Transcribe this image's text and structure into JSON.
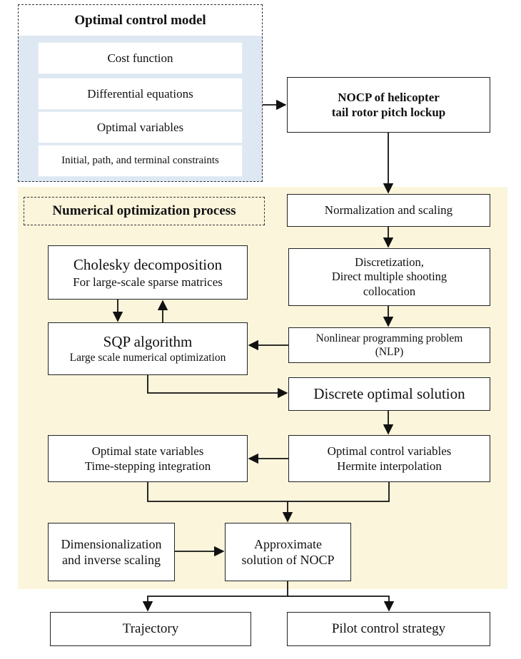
{
  "model": {
    "title": "Optimal control model",
    "items": [
      "Cost function",
      "Differential equations",
      "Optimal variables",
      "Initial, path, and terminal constraints"
    ]
  },
  "nocp": {
    "line1": "NOCP of helicopter",
    "line2": "tail rotor pitch lockup"
  },
  "process_title": "Numerical optimization process",
  "normalization": "Normalization and scaling",
  "discretization": {
    "line1": "Discretization,",
    "line2": "Direct multiple shooting",
    "line3": "collocation"
  },
  "cholesky": {
    "line1": "Cholesky  decomposition",
    "line2": "For large-scale  sparse matrices"
  },
  "sqp": {
    "line1": "SQP algorithm",
    "line2": "Large scale numerical optimization"
  },
  "nlp": {
    "line1": "Nonlinear programming problem",
    "line2": "(NLP)"
  },
  "discrete_solution": "Discrete optimal solution",
  "state_vars": {
    "line1": "Optimal state variables",
    "line2": "Time-stepping integration"
  },
  "control_vars": {
    "line1": "Optimal control variables",
    "line2": "Hermite interpolation"
  },
  "dimensionalization": {
    "line1": "Dimensionalization",
    "line2": "and inverse scaling"
  },
  "approx": {
    "line1": "Approximate",
    "line2": "solution of NOCP"
  },
  "trajectory": "Trajectory",
  "pilot": "Pilot control strategy",
  "colors": {
    "model_panel": "#dde8f3",
    "process_panel": "#fbf5dc",
    "stroke": "#222222"
  }
}
